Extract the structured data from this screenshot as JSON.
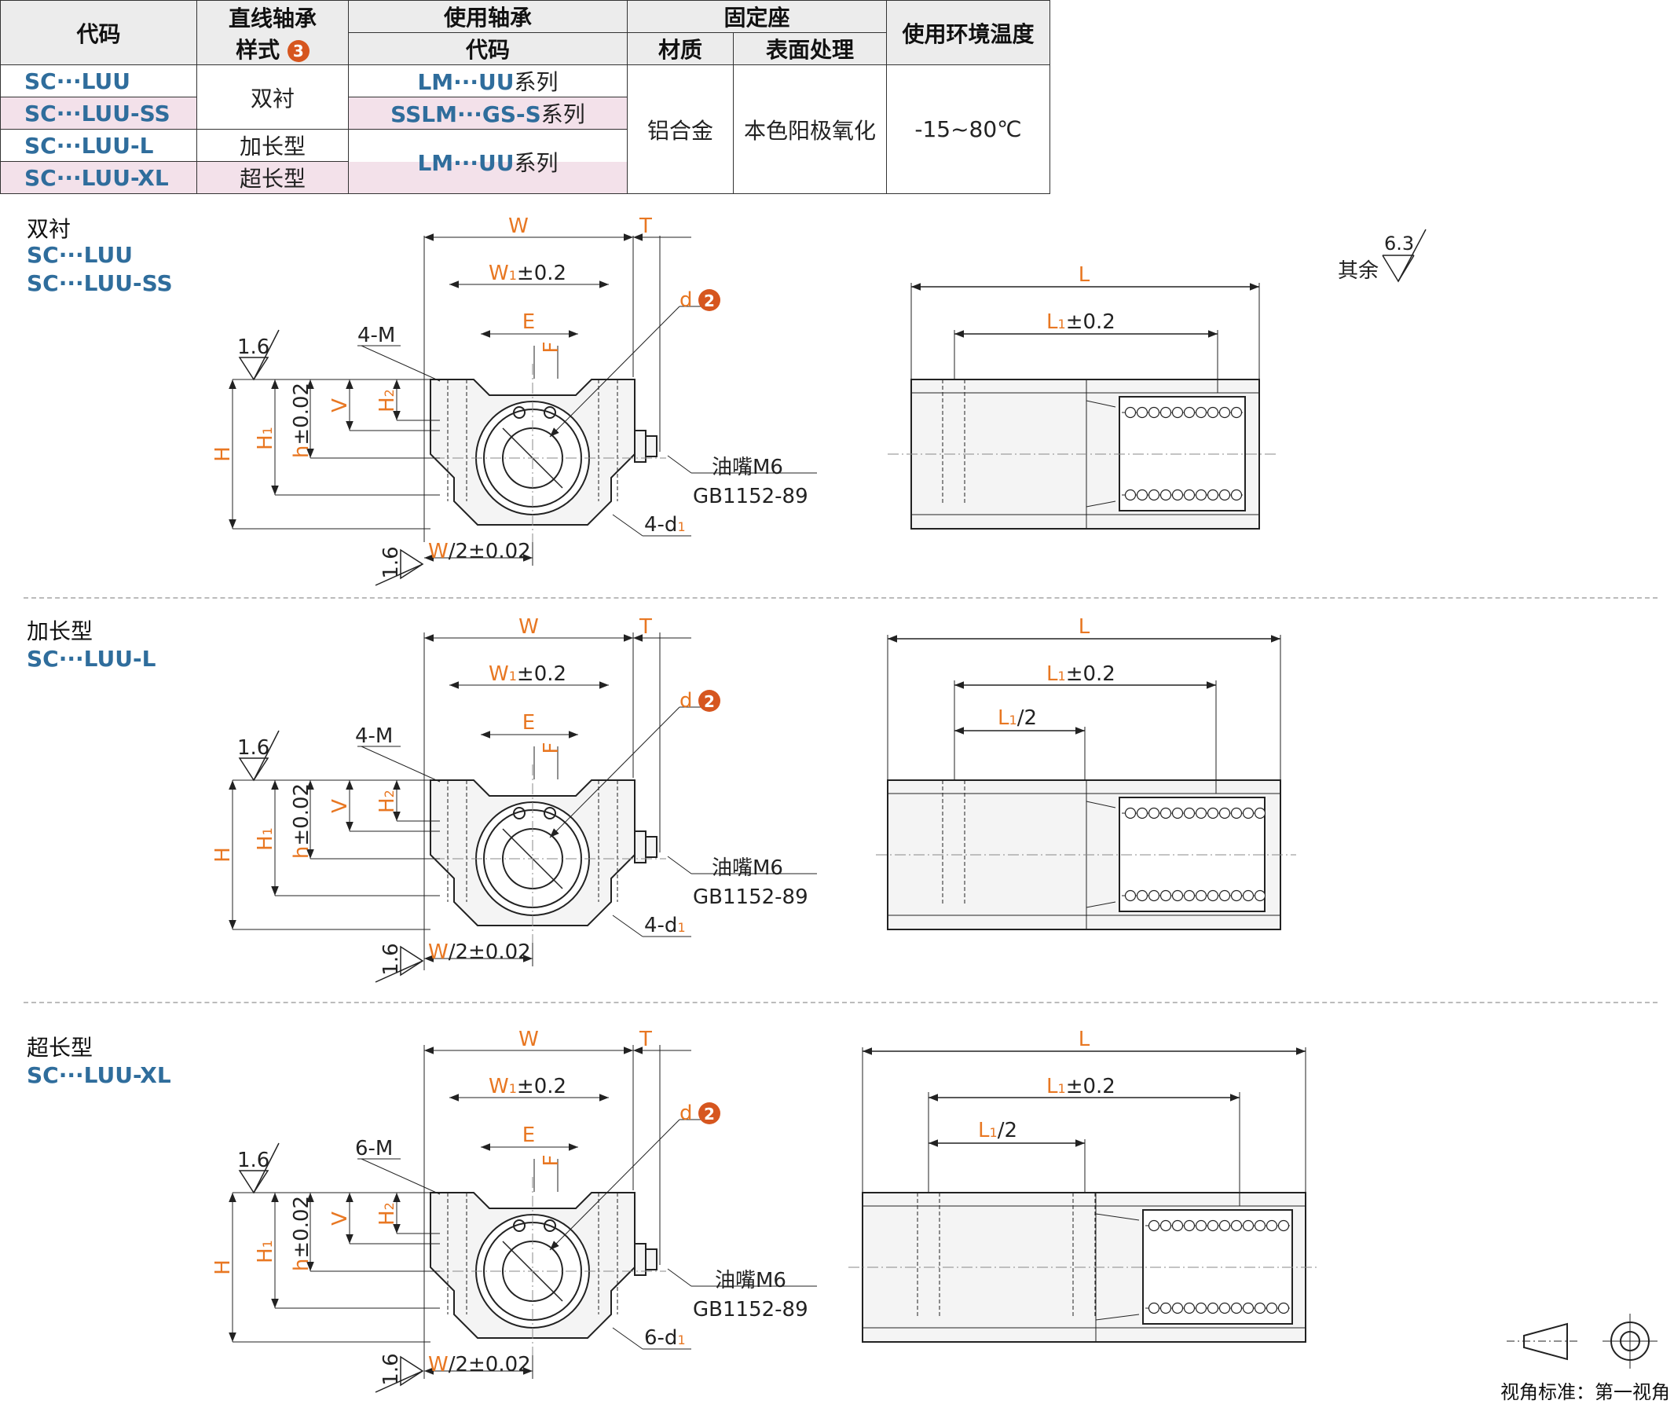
{
  "table": {
    "headers": {
      "code": "代码",
      "bearing_style_line1": "直线轴承",
      "bearing_style_line2": "样式",
      "bearing_style_badge": "3",
      "used_bearing_line1": "使用轴承",
      "used_bearing_line2": "代码",
      "fixed_seat": "固定座",
      "material": "材质",
      "surface": "表面处理",
      "temperature": "使用环境温度"
    },
    "rows": [
      {
        "code": "SC···LUU",
        "style": "双衬",
        "bearing": "LM···UU",
        "bearing_suffix": "系列"
      },
      {
        "code": "SC···LUU-SS",
        "style": "",
        "bearing": "SSLM···GS-S",
        "bearing_suffix": "系列"
      },
      {
        "code": "SC···LUU-L",
        "style": "加长型",
        "bearing": "LM···UU",
        "bearing_suffix": "系列"
      },
      {
        "code": "SC···LUU-XL",
        "style": "超长型",
        "bearing": "",
        "bearing_suffix": ""
      }
    ],
    "material": "铝合金",
    "surface": "本色阳极氧化",
    "temperature": "-15~80℃"
  },
  "sections": [
    {
      "title": "双衬",
      "codes": [
        "SC···LUU",
        "SC···LUU-SS"
      ],
      "holes": "4-M",
      "holes_d": "4-d"
    },
    {
      "title": "加长型",
      "codes": [
        "SC···LUU-L"
      ],
      "holes": "4-M",
      "holes_d": "4-d"
    },
    {
      "title": "超长型",
      "codes": [
        "SC···LUU-XL"
      ],
      "holes": "6-M",
      "holes_d": "6-d"
    }
  ],
  "dims": {
    "W": "W",
    "T": "T",
    "W1": "W",
    "W1_sub": "1",
    "W1_tol": "±0.2",
    "E": "E",
    "F": "F",
    "d": "d",
    "d_badge": "2",
    "H": "H",
    "H1": "H",
    "H1_sub": "1",
    "h": "h",
    "h_tol": "±0.02",
    "V": "V",
    "H2": "H",
    "H2_sub": "2",
    "roughness_local": "1.6",
    "roughness_other": "6.3",
    "other_label": "其余",
    "half_w": "W",
    "half_w_tol": "/2±0.02",
    "sub1": "1",
    "L": "L",
    "L1": "L",
    "L1_tol": "±0.2",
    "L1_half": "/2",
    "grease_line1": "油嘴M6",
    "grease_line2": "GB1152-89"
  },
  "view_standard": "视角标准：第一视角",
  "colors": {
    "orange": "#e87722",
    "blue": "#2f6d9c",
    "badge": "#d6561f",
    "pink": "#f3e1ea"
  }
}
